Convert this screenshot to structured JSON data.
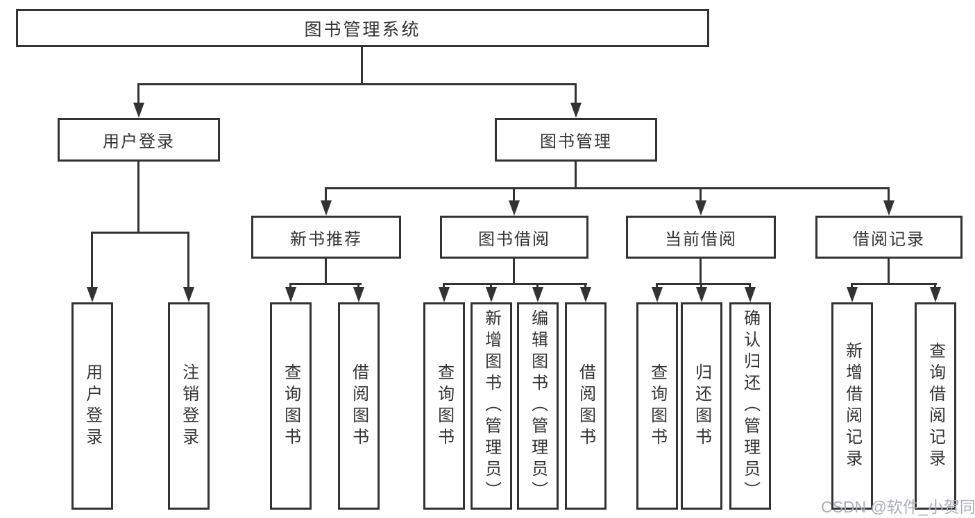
{
  "title": "图书管理系统",
  "level2": [
    {
      "label": "用户登录"
    },
    {
      "label": "图书管理"
    }
  ],
  "level3": [
    {
      "label": "新书推荐"
    },
    {
      "label": "图书借阅"
    },
    {
      "label": "当前借阅"
    },
    {
      "label": "借阅记录"
    }
  ],
  "leaves": [
    {
      "label": "用户登录"
    },
    {
      "label": "注销登录"
    },
    {
      "label": "查询图书"
    },
    {
      "label": "借阅图书"
    },
    {
      "label": "查询图书"
    },
    {
      "label": "新增图书（管理员）"
    },
    {
      "label": "编辑图书（管理员）"
    },
    {
      "label": "借阅图书"
    },
    {
      "label": "查询图书"
    },
    {
      "label": "归还图书"
    },
    {
      "label": "确认归还（管理员）"
    },
    {
      "label": "新增借阅记录"
    },
    {
      "label": "查询借阅记录"
    }
  ],
  "watermark": {
    "text": "CSDN @软件_小贺同学"
  },
  "colors": {
    "line": "#333333",
    "box_border": "#333333",
    "box_fill": "#ffffff",
    "text": "#333333",
    "watermark": "#abaeb5",
    "background": "#ffffff"
  }
}
